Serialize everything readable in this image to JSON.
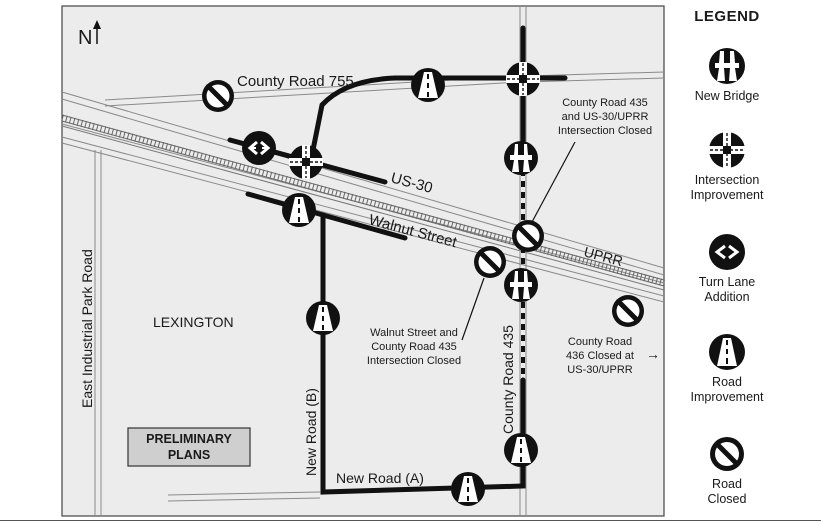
{
  "map": {
    "north": "N",
    "roads": {
      "county_road_755": "County Road 755",
      "us_30": "US-30",
      "walnut_street": "Walnut Street",
      "uprr": "UPRR",
      "east_industrial_park_road": "East Industrial Park Road",
      "new_road_b": "New Road (B)",
      "new_road_a": "New Road (A)",
      "county_road_435": "County Road 435"
    },
    "places": {
      "lexington": "LEXINGTON"
    },
    "callouts": {
      "cr435_closed": [
        "County Road 435",
        "and US-30/UPRR",
        "Intersection Closed"
      ],
      "walnut_closed": [
        "Walnut Street and",
        "County Road 435",
        "Intersection Closed"
      ],
      "cr436_closed": [
        "County Road",
        "436 Closed at",
        "US-30/UPRR"
      ],
      "arrow": "→"
    },
    "stamp": [
      "PRELIMINARY",
      "PLANS"
    ]
  },
  "legend": {
    "title": "LEGEND",
    "items": [
      {
        "icon": "new-bridge-icon",
        "label": [
          "New Bridge"
        ]
      },
      {
        "icon": "intersection-improvement-icon",
        "label": [
          "Intersection",
          "Improvement"
        ]
      },
      {
        "icon": "turn-lane-addition-icon",
        "label": [
          "Turn Lane",
          "Addition"
        ]
      },
      {
        "icon": "road-improvement-icon",
        "label": [
          "Road",
          "Improvement"
        ]
      },
      {
        "icon": "road-closed-icon",
        "label": [
          "Road",
          "Closed"
        ]
      }
    ]
  }
}
